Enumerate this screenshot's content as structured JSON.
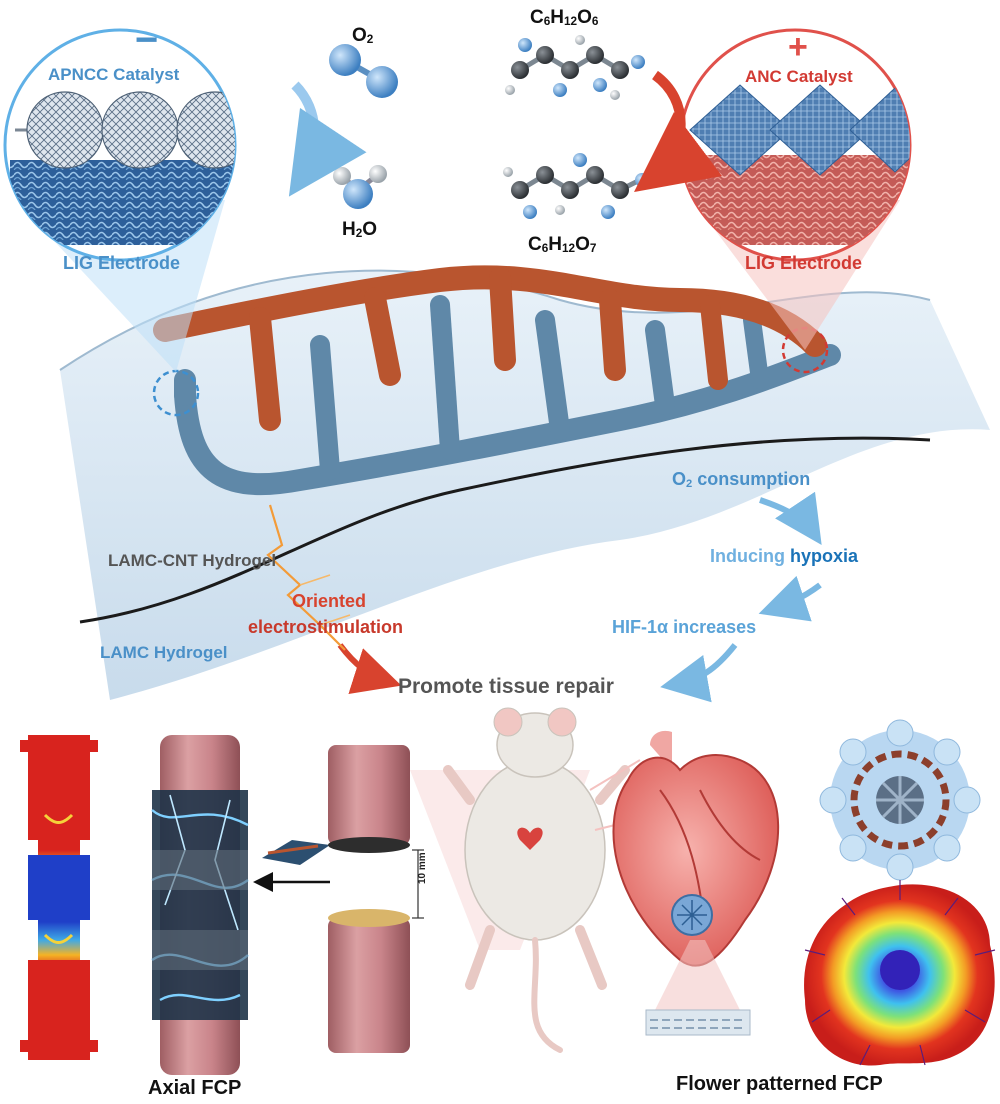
{
  "colors": {
    "cathode_blue": "#4f9fd6",
    "anode_red": "#d23a33",
    "text_blue": "#4a90c8",
    "text_dark_blue": "#1a73b8",
    "text_red": "#d8432e",
    "text_grey": "#555555",
    "hydrogel": "#c9deee",
    "copper": "#b9552f",
    "steel_blue": "#5f88a8",
    "tissue_pink": "#c9848a"
  },
  "icons": {
    "minus_sign": "−",
    "plus_sign": "+"
  },
  "cathode": {
    "sign": "−",
    "catalyst_label": "APNCC Catalyst",
    "electrode_label": "LIG Electrode"
  },
  "anode": {
    "sign": "+",
    "catalyst_label": "ANC Catalyst",
    "electrode_label": "LIG Electrode"
  },
  "reactants": {
    "o2": {
      "base": "O",
      "sub": "2"
    },
    "h2o": {
      "base1": "H",
      "sub1": "2",
      "base2": "O"
    },
    "glucose": {
      "p1": "C",
      "s1": "6",
      "p2": "H",
      "s2": "12",
      "p3": "O",
      "s3": "6"
    },
    "gluconic": {
      "p1": "C",
      "s1": "6",
      "p2": "H",
      "s2": "12",
      "p3": "O",
      "s3": "7"
    }
  },
  "hydrogel": {
    "upper_label": "LAMC-CNT Hydrogel",
    "lower_label": "LAMC Hydrogel"
  },
  "pathway": {
    "o2_consumption": {
      "base": "O",
      "sub": "2",
      "rest": " consumption"
    },
    "inducing": "Inducing ",
    "hypoxia": "hypoxia",
    "hif": "HIF-1α increases",
    "oriented_line1": "Oriented",
    "oriented_line2": "electrostimulation",
    "promote": "Promote tissue repair"
  },
  "bottom": {
    "scale_label": "10 mm",
    "axial_label": "Axial FCP",
    "flower_label": "Flower patterned FCP"
  }
}
